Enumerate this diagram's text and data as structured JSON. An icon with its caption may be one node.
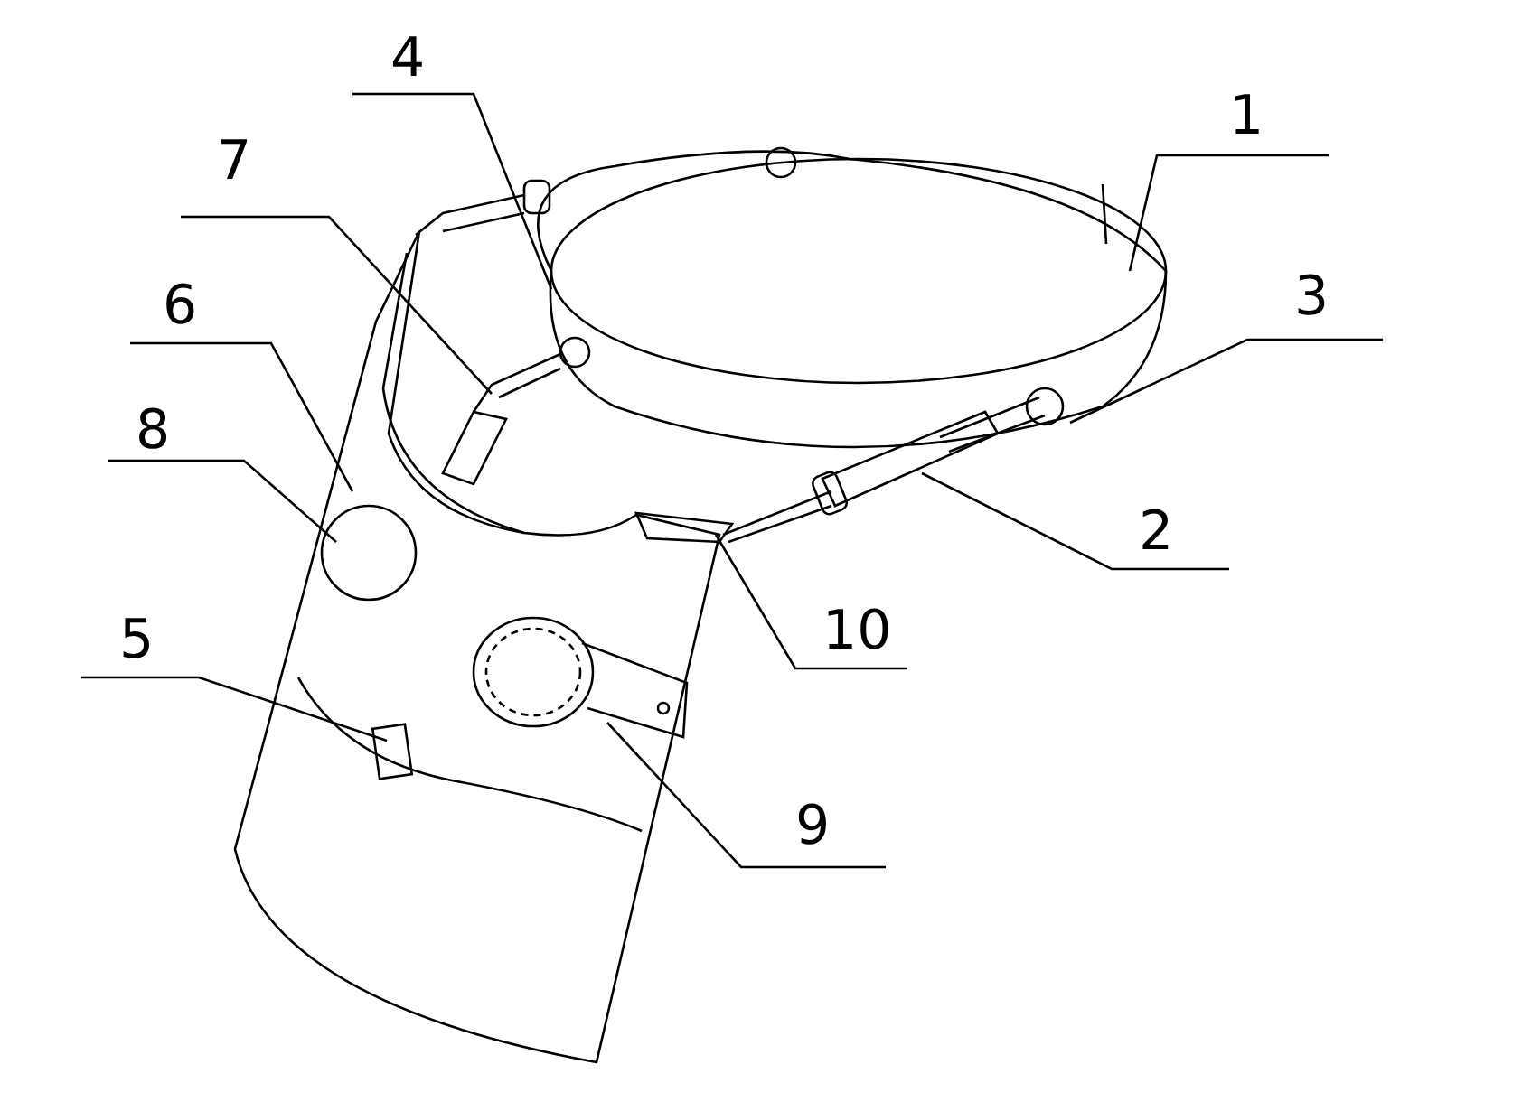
{
  "diagram": {
    "nodes": [
      {
        "text": [
          "4"
        ]
      },
      {
        "text": [
          "1"
        ]
      },
      {
        "text": [
          "7"
        ]
      },
      {
        "text": [
          "3"
        ]
      },
      {
        "text": [
          "6"
        ]
      },
      {
        "text": [
          "8"
        ]
      },
      {
        "text": [
          "2"
        ]
      },
      {
        "text": [
          "10"
        ]
      },
      {
        "text": [
          "5"
        ]
      },
      {
        "text": [
          "9"
        ]
      }
    ],
    "edges": [
      {
        "from": 0,
        "to": null,
        "arrow": "none"
      },
      {
        "from": 1,
        "to": null,
        "arrow": "none"
      },
      {
        "from": 2,
        "to": null,
        "arrow": "none"
      },
      {
        "from": 3,
        "to": null,
        "arrow": "none"
      },
      {
        "from": 4,
        "to": null,
        "arrow": "none"
      },
      {
        "from": 5,
        "to": null,
        "arrow": "none"
      },
      {
        "from": 6,
        "to": null,
        "arrow": "none"
      },
      {
        "from": 7,
        "to": null,
        "arrow": "none"
      },
      {
        "from": 8,
        "to": null,
        "arrow": "none"
      },
      {
        "from": 9,
        "to": null,
        "arrow": "none"
      }
    ]
  }
}
